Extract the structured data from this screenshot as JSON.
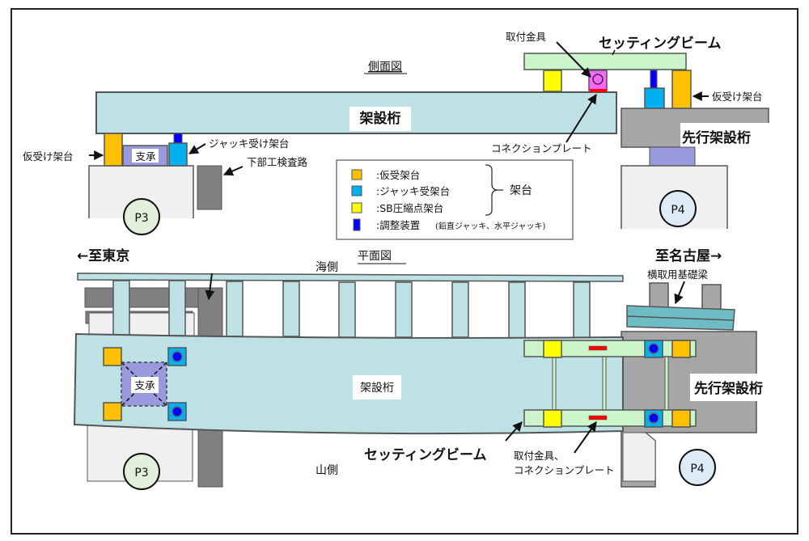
{
  "side_view": {
    "title": "側面図",
    "girder_label": "架設桁",
    "temp_support_label": "仮受け架台",
    "bearing_label": "支承",
    "jack_support_label": "ジャッキ受け架台",
    "inspection_path_label": "下部工検査路",
    "fitting_label": "取付金具",
    "setting_beam_label": "セッティングビーム",
    "connection_plate_label": "コネクションプレート",
    "temp_support_right_label": "仮受け架台",
    "preceding_girder_label": "先行架設桁",
    "pier_left": "P3",
    "pier_right": "P4"
  },
  "legend": {
    "items": [
      {
        "label": ":仮受架台",
        "color": "#FFC000"
      },
      {
        "label": ":ジャッキ受架台",
        "color": "#00B0F0"
      },
      {
        "label": ":SB圧縮点架台",
        "color": "#FFFF00"
      },
      {
        "label": ":調整装置",
        "note": "(鉛直ジャッキ、水平ジャッキ)",
        "color": "#0000FF"
      }
    ],
    "group_label": "架台"
  },
  "plan_view": {
    "title": "平面図",
    "to_tokyo": "←至東京",
    "to_nagoya": "至名古屋→",
    "sea_side": "海側",
    "mountain_side": "山側",
    "girder_label": "架設桁",
    "bearing_label": "支承",
    "lateral_beam_label": "横取用基礎梁",
    "preceding_girder_label": "先行架設桁",
    "setting_beam_label": "セッティングビーム",
    "fitting_label_line1": "取付金具、",
    "fitting_label_line2": "コネクションプレート",
    "pier_left": "P3",
    "pier_right": "P4"
  },
  "colors": {
    "girder": "#BDE1E4",
    "setting_beam": "#CCF5CC",
    "pier": "#F0F0F0",
    "preceding": "#A6A6A6",
    "bearing": "#9999DD",
    "fitting": "#FF66FF",
    "plate": "#FF0000",
    "outline": "#4A5A5A"
  }
}
